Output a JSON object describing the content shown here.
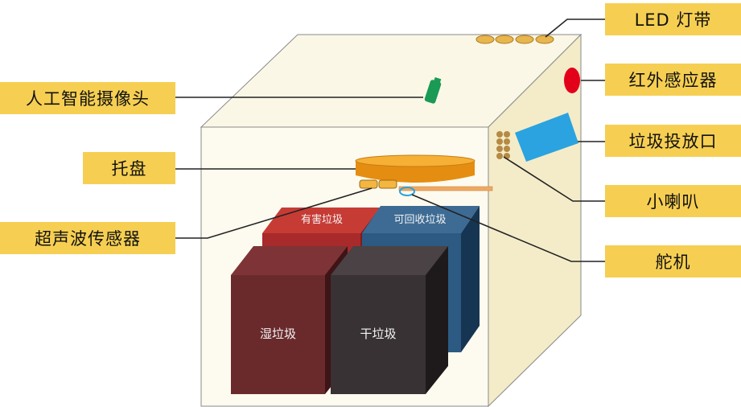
{
  "labels": {
    "camera": "人工智能摄像头",
    "tray": "托盘",
    "ultrasonic": "超声波传感器",
    "led": "LED 灯带",
    "infrared": "红外感应器",
    "inlet": "垃圾投放口",
    "speaker": "小喇叭",
    "servo": "舵机"
  },
  "bins": {
    "hazardous": "有害垃圾",
    "recyclable": "可回收垃圾",
    "wet": "湿垃圾",
    "dry": "干垃圾"
  },
  "colors": {
    "callout": "#f6cf52",
    "cabinet": "#fbf7e6",
    "tray": "#f0a11c",
    "infrared": "#e3001b",
    "inlet": "#2aa3e0",
    "camera": "#1a9a55",
    "hazardous": "#a82a2a",
    "recyclable": "#2c5a82",
    "wet": "#6a2a2c",
    "dry": "#383234"
  }
}
